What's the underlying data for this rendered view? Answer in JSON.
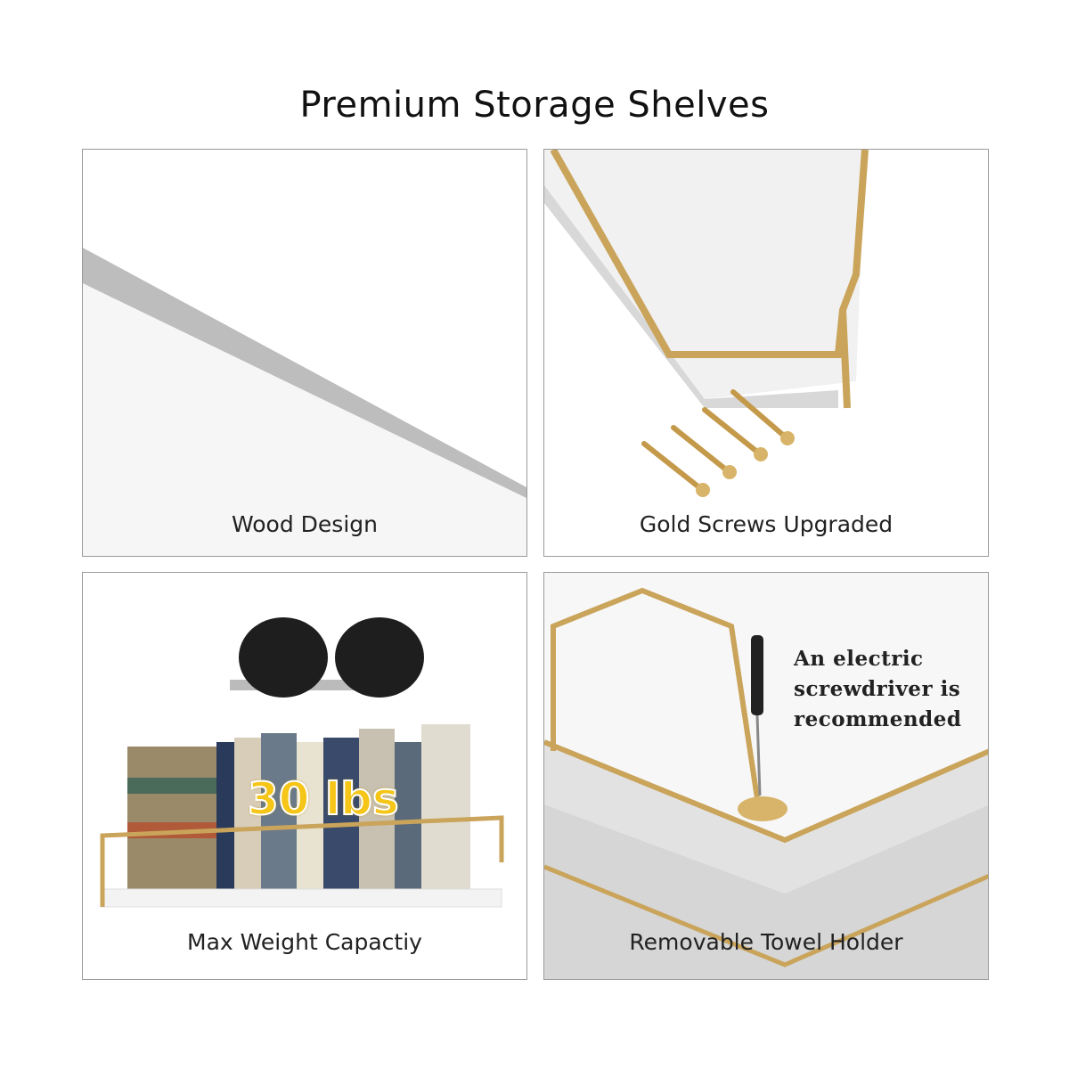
{
  "title": "Premium Storage Shelves",
  "panels": [
    {
      "caption": "Wood Design"
    },
    {
      "caption": "Gold Screws Upgraded"
    },
    {
      "caption": "Max Weight Capactiy",
      "badge": "30 lbs"
    },
    {
      "caption": "Removable Towel Holder",
      "note": [
        "An electric",
        "screwdriver is",
        "recommended"
      ]
    }
  ],
  "colors": {
    "gold": "#c9a45a",
    "border": "#9a9a9a",
    "shadow": "#c8c8c8"
  }
}
